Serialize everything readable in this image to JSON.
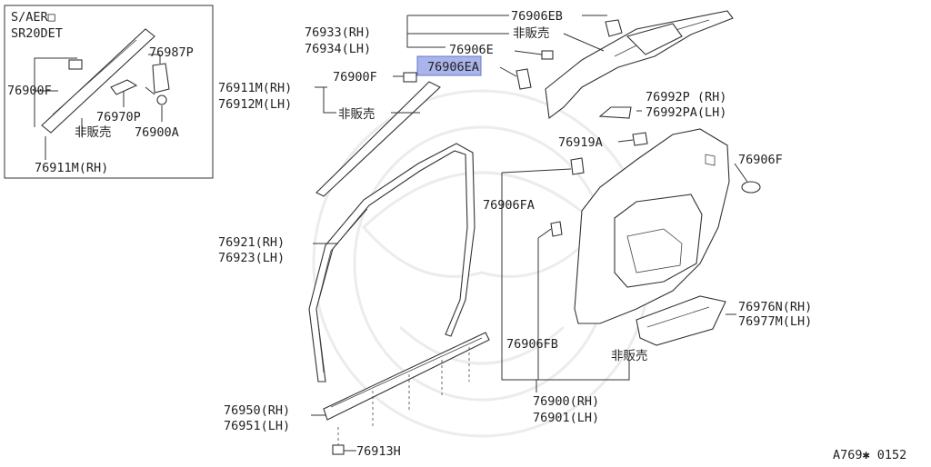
{
  "inset": {
    "title_line1": "S/AER□",
    "title_line2": "SR20DET",
    "label_76987P": "76987P",
    "label_76900F": "76900F",
    "label_76970P": "76970P",
    "label_not_sold": "非販売",
    "label_76900A": "76900A",
    "label_76911M": "76911M(RH)"
  },
  "labels": {
    "l_76933": "76933(RH)",
    "l_76934": "76934(LH)",
    "l_76906EB": "76906EB",
    "l_not_sold_1": "非販売",
    "l_76906E": "76906E",
    "l_76906EA": "76906EA",
    "l_76900F": "76900F",
    "l_76911M_rh": "76911M(RH)",
    "l_76912M_lh": "76912M(LH)",
    "l_not_sold_2": "非販売",
    "l_76992P": "76992P (RH)",
    "l_76992PA": "76992PA(LH)",
    "l_76919A": "76919A",
    "l_76906F": "76906F",
    "l_76906FA": "76906FA",
    "l_76921": "76921(RH)",
    "l_76923": "76923(LH)",
    "l_76976N": "76976N(RH)",
    "l_76977M": "76977M(LH)",
    "l_76906FB": "76906FB",
    "l_not_sold_3": "非販売",
    "l_76950": "76950(RH)",
    "l_76951": "76951(LH)",
    "l_76900": "76900(RH)",
    "l_76901": "76901(LH)",
    "l_76913H": "76913H"
  },
  "footer": {
    "diagram_code": "A769✱ 0152"
  },
  "colors": {
    "highlight": "#a9b4ea",
    "line": "#333333"
  }
}
